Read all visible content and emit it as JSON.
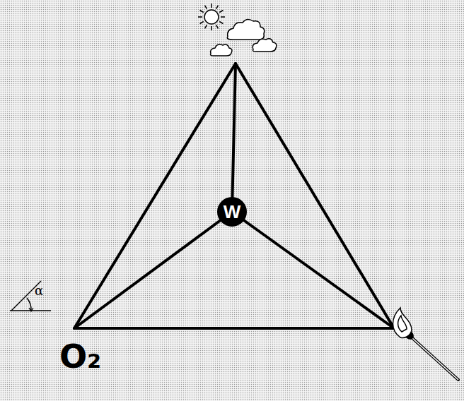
{
  "diagram": {
    "nodes": [
      {
        "text": [
          "W"
        ]
      }
    ],
    "labels": [
      "O₂",
      "α"
    ]
  }
}
